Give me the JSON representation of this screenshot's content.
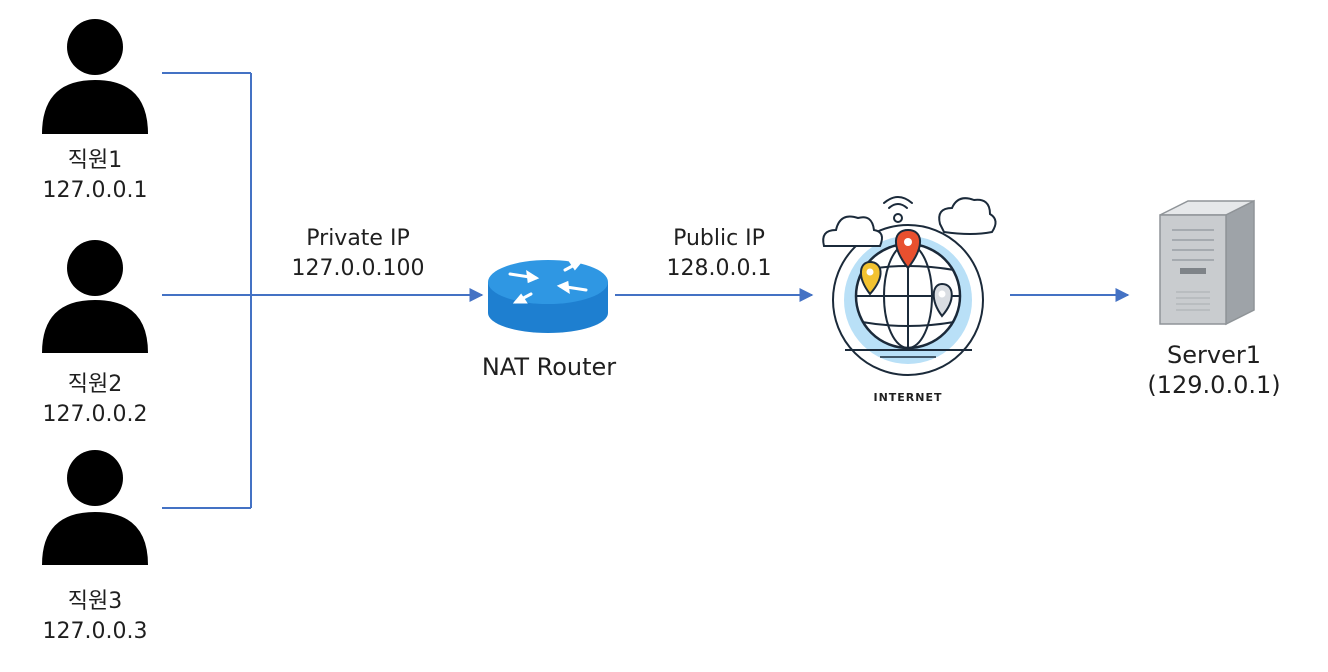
{
  "employees": [
    {
      "name": "직원1",
      "ip": "127.0.0.1"
    },
    {
      "name": "직원2",
      "ip": "127.0.0.2"
    },
    {
      "name": "직원3",
      "ip": "127.0.0.3"
    }
  ],
  "private_link": {
    "title": "Private IP",
    "ip": "127.0.0.100"
  },
  "router": {
    "label": "NAT Router"
  },
  "public_link": {
    "title": "Public IP",
    "ip": "128.0.0.1"
  },
  "internet": {
    "label": "INTERNET"
  },
  "server": {
    "name": "Server1",
    "ip": "(129.0.0.1)"
  },
  "colors": {
    "connector": "#4472c4",
    "router_body": "#1e7fd0",
    "router_top": "#2f97e3",
    "globe_ring": "#b9e0f7",
    "globe_lines": "#1b2a3a",
    "pin_red": "#e8502f",
    "pin_yellow": "#f2c230",
    "pin_white": "#d9dde2",
    "server_body": "#c9cccf"
  }
}
